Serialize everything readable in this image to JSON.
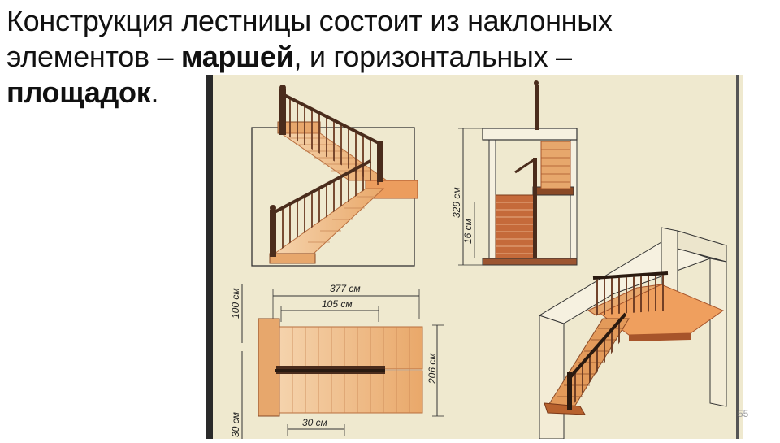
{
  "title": {
    "line1": "Конструкция лестницы состоит из наклонных",
    "line2_start": "элементов – ",
    "line2_bold": "маршей",
    "line2_end": ", и горизонтальных –",
    "line3_bold": "площадок",
    "line3_end": "."
  },
  "dimensions": {
    "height_total": "329 см",
    "riser": "16 см",
    "overall_length": "377 см",
    "tread_run": "105 см",
    "side_height": "100 см",
    "width": "206 см",
    "bottom_width": "30 см",
    "bottom_side": "30 см"
  },
  "slide_number": "55",
  "colors": {
    "paper": "#efe9cf",
    "wood_light": "#f2c89c",
    "wood_mid": "#e7a76c",
    "wood_dark": "#a7542a",
    "rail": "#4a2c1c",
    "line": "#333333"
  }
}
